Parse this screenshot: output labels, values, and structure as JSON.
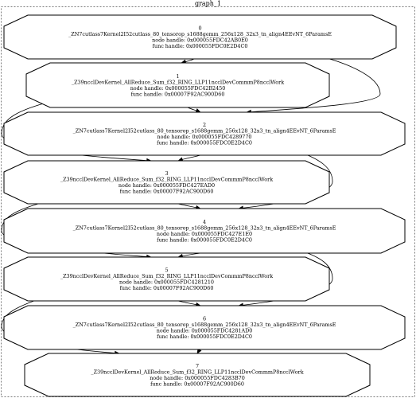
{
  "graph": {
    "title": "graph_1",
    "nodes": [
      {
        "id": "0",
        "name": "_ZN7cutlass7Kernel2I52cutlass_80_tensorop_s1688gemm_256x128_32x3_tn_align4EEvNT_6ParamsE",
        "node_handle": "node handle: 0x000055FDC42AB0E0",
        "func_handle": "func handle: 0x000055FDC0E2D4C0"
      },
      {
        "id": "1",
        "name": "_Z39ncclDevKernel_AllReduce_Sum_f32_RING_LLP11ncclDevCommmP8ncclWork",
        "node_handle": "node handle: 0x000055FDC42B2450",
        "func_handle": "func handle: 0x00007F92AC900D60"
      },
      {
        "id": "2",
        "name": "_ZN7cutlass7Kernel2I52cutlass_80_tensorop_s1688gemm_256x128_32x3_tn_align4EEvNT_6ParamsE",
        "node_handle": "node handle: 0x000055FDC4289770",
        "func_handle": "func handle: 0x000055FDC0E2D4C0"
      },
      {
        "id": "3",
        "name": "_Z39ncclDevKernel_AllReduce_Sum_f32_RING_LLP11ncclDevCommmP8ncclWork",
        "node_handle": "node handle: 0x000055FDC427EAD0",
        "func_handle": "func handle: 0x00007F92AC900D60"
      },
      {
        "id": "4",
        "name": "_ZN7cutlass7Kernel2I52cutlass_80_tensorop_s1688gemm_256x128_32x3_tn_align4EEvNT_6ParamsE",
        "node_handle": "node handle: 0x000055FDC427E1E0",
        "func_handle": "func handle: 0x000055FDC0E2D4C0"
      },
      {
        "id": "5",
        "name": "_Z39ncclDevKernel_AllReduce_Sum_f32_RING_LLP11ncclDevCommmP8ncclWork",
        "node_handle": "node handle: 0x000055FDC4281210",
        "func_handle": "func handle: 0x00007F92AC900D60"
      },
      {
        "id": "6",
        "name": "_ZN7cutlass7Kernel2I52cutlass_80_tensorop_s1688gemm_256x128_32x3_tn_align4EEvNT_6ParamsE",
        "node_handle": "node handle: 0x000055FDC4281AD0",
        "func_handle": "func handle: 0x000055FDC0E2D4C0"
      },
      {
        "id": "7",
        "name": "_Z39ncclDevKernel_AllReduce_Sum_f32_RING_LLP11ncclDevCommmP8ncclWork",
        "node_handle": "node handle: 0x000055FDC4283B70",
        "func_handle": "func handle: 0x00007F92AC900D60"
      }
    ],
    "edges": [
      {
        "from": "0",
        "to": "1"
      },
      {
        "from": "0",
        "to": "2"
      },
      {
        "from": "1",
        "to": "2"
      },
      {
        "from": "1",
        "to": "3"
      },
      {
        "from": "2",
        "to": "3"
      },
      {
        "from": "2",
        "to": "4"
      },
      {
        "from": "3",
        "to": "4"
      },
      {
        "from": "3",
        "to": "5"
      },
      {
        "from": "4",
        "to": "5"
      },
      {
        "from": "4",
        "to": "6"
      },
      {
        "from": "5",
        "to": "6"
      },
      {
        "from": "5",
        "to": "7"
      },
      {
        "from": "6",
        "to": "7"
      }
    ]
  }
}
